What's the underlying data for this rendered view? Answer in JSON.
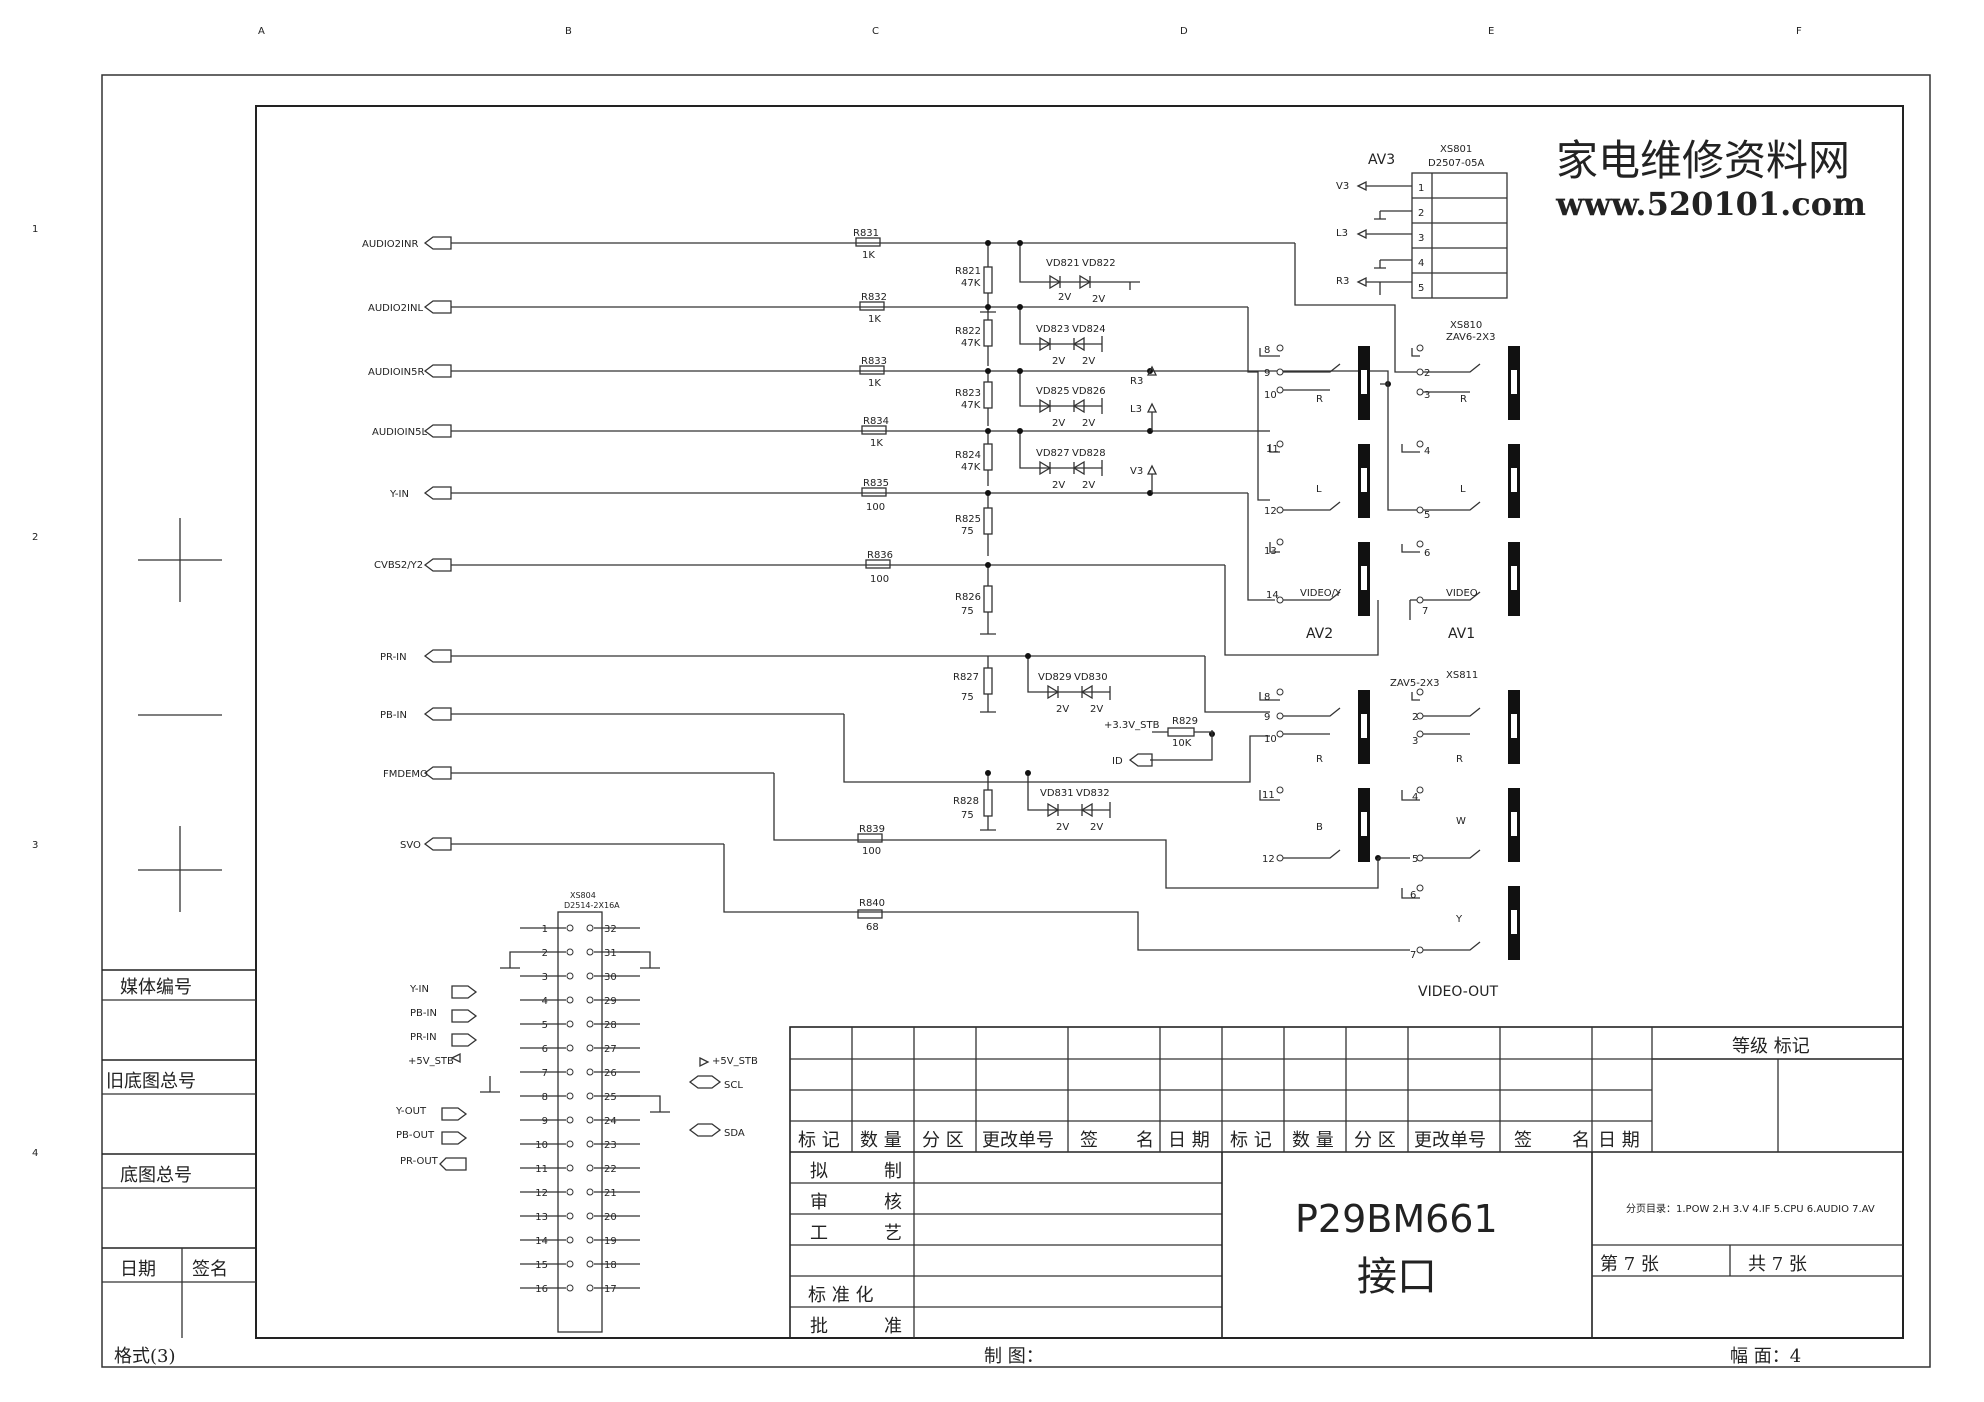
{
  "watermark": {
    "title": "家电维修资料网",
    "url": "www.520101.com"
  },
  "margin_cols": [
    "A",
    "B",
    "C",
    "D",
    "E",
    "F"
  ],
  "margin_rows": [
    "1",
    "2",
    "3",
    "4"
  ],
  "left_strip": {
    "media_no": "媒体编号",
    "old_total": "旧底图总号",
    "base_total": "底图总号",
    "date": "日期",
    "sign": "签名",
    "format": "格式(3)"
  },
  "inputs": [
    "AUDIO2INR",
    "AUDIO2INL",
    "AUDIOIN5R",
    "AUDIOIN5L",
    "Y-IN",
    "CVBS2/Y2",
    "PR-IN",
    "PB-IN",
    "FMDEMO",
    "SVO"
  ],
  "resistors": [
    {
      "ref": "R831",
      "val": "1K"
    },
    {
      "ref": "R832",
      "val": "1K"
    },
    {
      "ref": "R833",
      "val": "1K"
    },
    {
      "ref": "R834",
      "val": "1K"
    },
    {
      "ref": "R835",
      "val": "100"
    },
    {
      "ref": "R836",
      "val": "100"
    },
    {
      "ref": "R839",
      "val": "100"
    },
    {
      "ref": "R840",
      "val": "68"
    }
  ],
  "shunts": [
    {
      "ref": "R821",
      "val": "47K"
    },
    {
      "ref": "R822",
      "val": "47K"
    },
    {
      "ref": "R823",
      "val": "47K"
    },
    {
      "ref": "R824",
      "val": "47K"
    },
    {
      "ref": "R825",
      "val": "75"
    },
    {
      "ref": "R826",
      "val": "75"
    },
    {
      "ref": "R827",
      "val": "75"
    },
    {
      "ref": "R828",
      "val": "75"
    }
  ],
  "diode_pairs": [
    {
      "a": "VD821",
      "b": "VD822"
    },
    {
      "a": "VD823",
      "b": "VD824"
    },
    {
      "a": "VD825",
      "b": "VD826"
    },
    {
      "a": "VD827",
      "b": "VD828"
    },
    {
      "a": "VD829",
      "b": "VD830"
    },
    {
      "a": "VD831",
      "b": "VD832"
    }
  ],
  "diode_val": "2V",
  "av3": {
    "title": "AV3",
    "ref": "XS801",
    "part": "D2507-05A",
    "pins": [
      "1",
      "2",
      "3",
      "4",
      "5"
    ],
    "labels": [
      "V3",
      "L3",
      "R3"
    ]
  },
  "xs810": {
    "ref": "XS810",
    "part": "ZAV6-2X3"
  },
  "xs811": {
    "ref": "XS811",
    "part": "ZAV5-2X3"
  },
  "jack_left_nums": [
    "8",
    "9",
    "10",
    "11",
    "12",
    "13",
    "14"
  ],
  "jack_right_nums": [
    "2",
    "3",
    "4",
    "5",
    "6",
    "7"
  ],
  "jack_letters": {
    "r": "R",
    "l": "L",
    "video_y": "VIDEO/Y",
    "video": "VIDEO",
    "b": "B",
    "w": "W",
    "y": "Y"
  },
  "group_labels": {
    "av2": "AV2",
    "av1": "AV1",
    "video_out": "VIDEO-OUT"
  },
  "mid_labels": {
    "r3": "R3",
    "l3": "L3",
    "v3": "V3",
    "stb33": "+3.3V_STB",
    "r829": "R829",
    "r829v": "10K",
    "id": "ID"
  },
  "xs804": {
    "ref": "XS804",
    "part": "D2514-2X16A",
    "left_nums": [
      "1",
      "2",
      "3",
      "4",
      "5",
      "6",
      "7",
      "8",
      "9",
      "10",
      "11",
      "12",
      "13",
      "14",
      "15",
      "16"
    ],
    "right_nums": [
      "32",
      "31",
      "30",
      "29",
      "28",
      "27",
      "26",
      "25",
      "24",
      "23",
      "22",
      "21",
      "20",
      "19",
      "18",
      "17"
    ],
    "left_labels": [
      "Y-IN",
      "PB-IN",
      "PR-IN",
      "+5V_STB",
      "Y-OUT",
      "PB-OUT",
      "PR-OUT"
    ],
    "right_labels": [
      "+5V_STB",
      "SCL",
      "SDA"
    ]
  },
  "title_block": {
    "grade_mark": "等级  标记",
    "mark": "标 记",
    "qty": "数 量",
    "zone": "分 区",
    "change_no": "更改单号",
    "sign": "签",
    "name": "名",
    "date": "日 期",
    "draft": "拟",
    "draft2": "制",
    "review": "审",
    "review2": "核",
    "process": "工",
    "process2": "艺",
    "standard": "标 准 化",
    "approve": "批",
    "approve2": "准",
    "model": "P29BM661",
    "name_cn": "接口",
    "index": "分页目录：1.POW 2.H 3.V 4.IF 5.CPU 6.AUDIO 7.AV",
    "sheet_no": "第  7  张",
    "total": "共  7    张",
    "drawn": "制 图：",
    "size": "幅 面：4"
  }
}
